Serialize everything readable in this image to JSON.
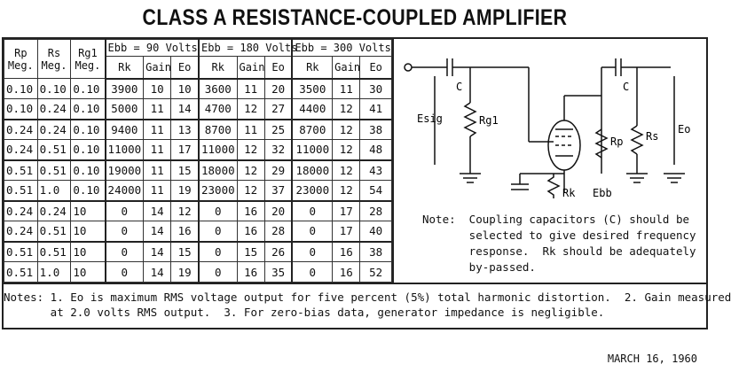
{
  "title": "CLASS A RESISTANCE-COUPLED AMPLIFIER",
  "header": {
    "rp": "Rp",
    "rp2": "Meg.",
    "rs": "Rs",
    "rs2": "Meg.",
    "rg1": "Rg1",
    "rg12": "Meg.",
    "groups": [
      "Ebb = 90 Volts",
      "Ebb = 180 Volts",
      "Ebb = 300 Volts"
    ],
    "cols": [
      "Rk",
      "Gain",
      "Eo"
    ]
  },
  "rows": [
    [
      "0.10",
      "0.10",
      "0.10",
      "3900",
      "10",
      "10",
      "3600",
      "11",
      "20",
      "3500",
      "11",
      "30"
    ],
    [
      "0.10",
      "0.24",
      "0.10",
      "5000",
      "11",
      "14",
      "4700",
      "12",
      "27",
      "4400",
      "12",
      "41"
    ],
    [
      "0.24",
      "0.24",
      "0.10",
      "9400",
      "11",
      "13",
      "8700",
      "11",
      "25",
      "8700",
      "12",
      "38"
    ],
    [
      "0.24",
      "0.51",
      "0.10",
      "11000",
      "11",
      "17",
      "11000",
      "12",
      "32",
      "11000",
      "12",
      "48"
    ],
    [
      "0.51",
      "0.51",
      "0.10",
      "19000",
      "11",
      "15",
      "18000",
      "12",
      "29",
      "18000",
      "12",
      "43"
    ],
    [
      "0.51",
      "1.0",
      "0.10",
      "24000",
      "11",
      "19",
      "23000",
      "12",
      "37",
      "23000",
      "12",
      "54"
    ],
    [
      "0.24",
      "0.24",
      "10",
      "0",
      "14",
      "12",
      "0",
      "16",
      "20",
      "0",
      "17",
      "28"
    ],
    [
      "0.24",
      "0.51",
      "10",
      "0",
      "14",
      "16",
      "0",
      "16",
      "28",
      "0",
      "17",
      "40"
    ],
    [
      "0.51",
      "0.51",
      "10",
      "0",
      "14",
      "15",
      "0",
      "15",
      "26",
      "0",
      "16",
      "38"
    ],
    [
      "0.51",
      "1.0",
      "10",
      "0",
      "14",
      "19",
      "0",
      "16",
      "35",
      "0",
      "16",
      "52"
    ]
  ],
  "schematic": {
    "labels": {
      "c1": "C",
      "c2": "C",
      "esig": "Esig",
      "rg1": "Rg1",
      "rk": "Rk",
      "rp": "Rp",
      "rs": "Rs",
      "eo": "Eo",
      "ebb": "Ebb"
    }
  },
  "note_right": [
    "Note:  Coupling capacitors (C) should be",
    "       selected to give desired frequency",
    "       response.  Rk should be adequately",
    "       by-passed."
  ],
  "notes_bottom": [
    "Notes: 1. Eo is maximum RMS voltage output for five percent (5%) total harmonic distortion.  2. Gain measured",
    "       at 2.0 volts RMS output.  3. For zero-bias data, generator impedance is negligible."
  ],
  "date": "MARCH 16, 1960",
  "colors": {
    "ink": "#111111",
    "underline": "#cc2233"
  }
}
